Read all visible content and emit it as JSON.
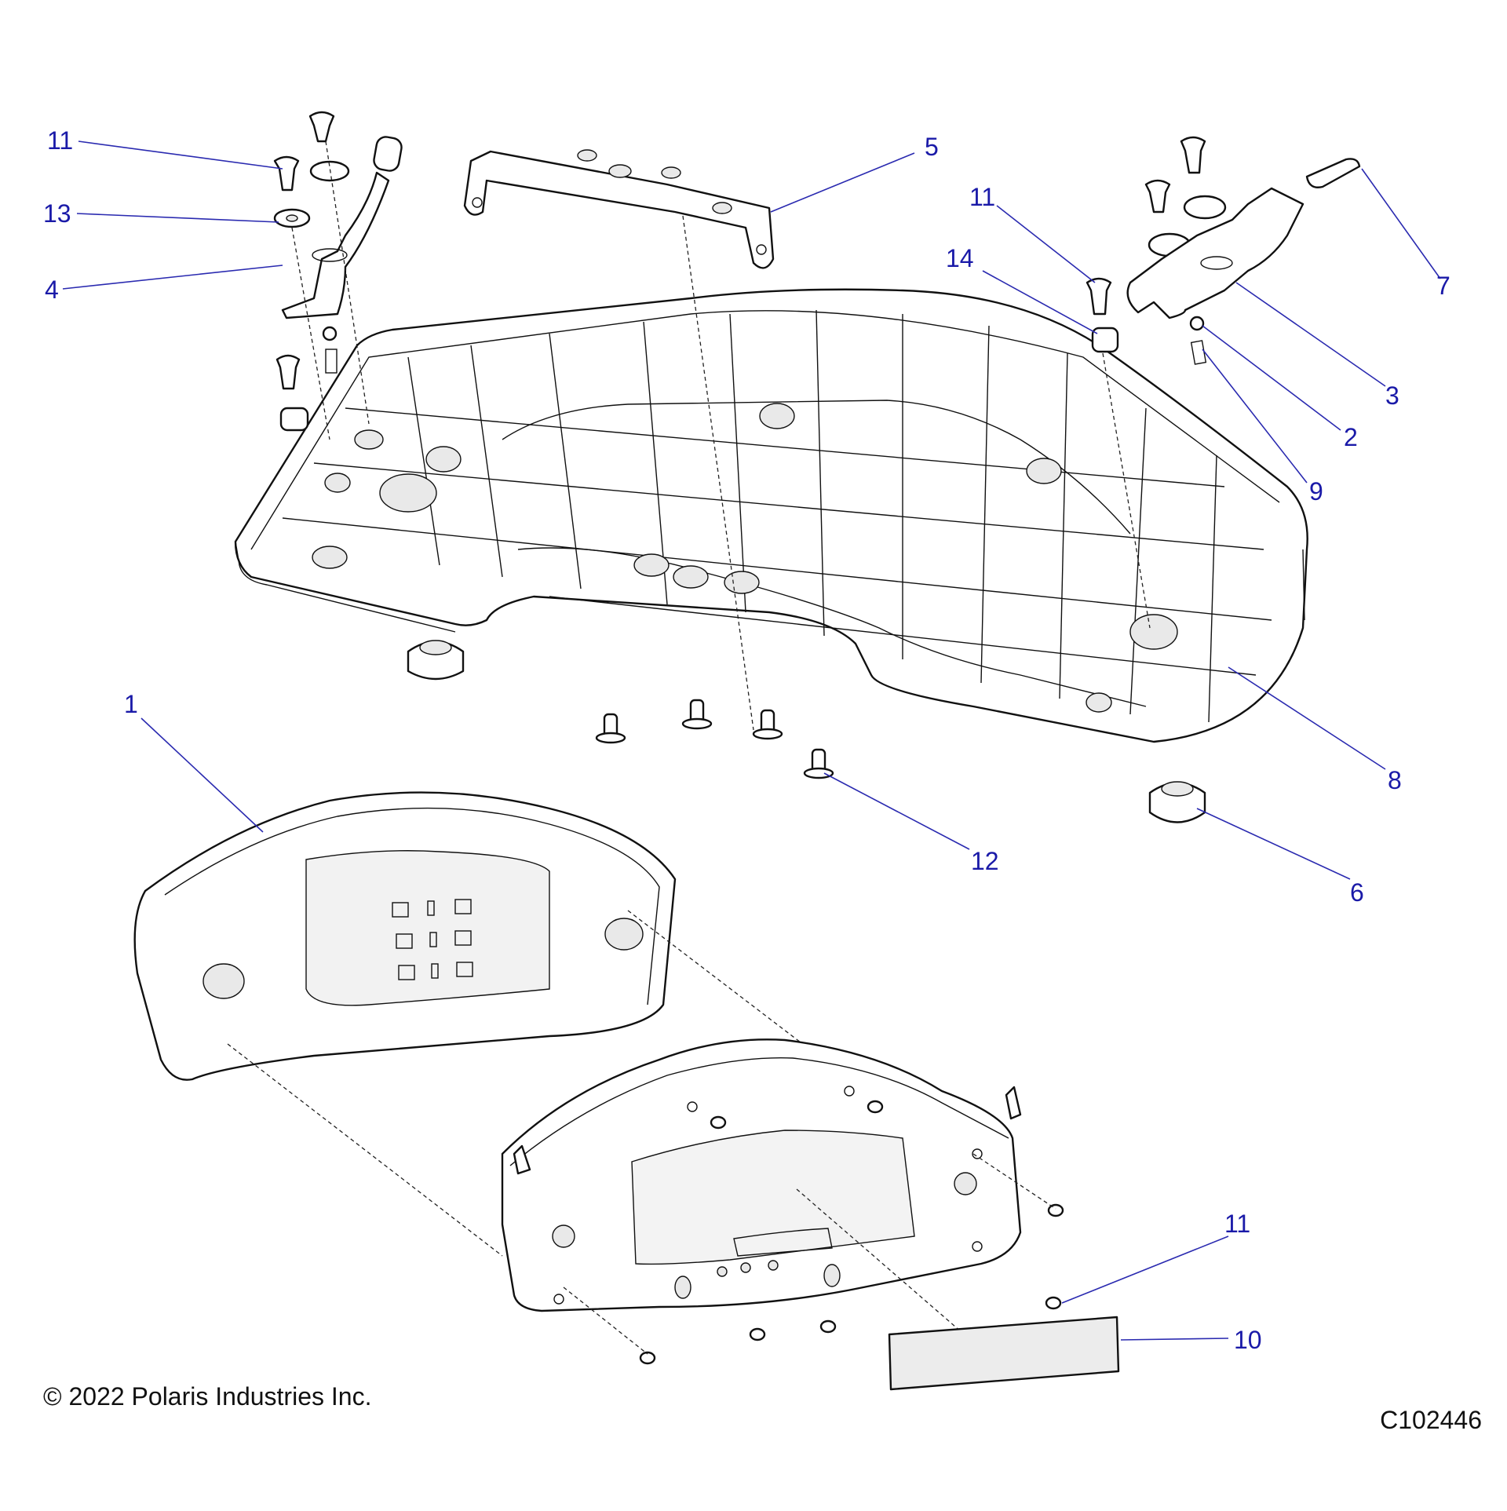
{
  "callouts": [
    {
      "id": "c11a",
      "label": "11"
    },
    {
      "id": "c13",
      "label": "13"
    },
    {
      "id": "c4",
      "label": "4"
    },
    {
      "id": "c5",
      "label": "5"
    },
    {
      "id": "c11b",
      "label": "11"
    },
    {
      "id": "c14",
      "label": "14"
    },
    {
      "id": "c7",
      "label": "7"
    },
    {
      "id": "c3",
      "label": "3"
    },
    {
      "id": "c2",
      "label": "2"
    },
    {
      "id": "c9",
      "label": "9"
    },
    {
      "id": "c8",
      "label": "8"
    },
    {
      "id": "c1",
      "label": "1"
    },
    {
      "id": "c12",
      "label": "12"
    },
    {
      "id": "c6",
      "label": "6"
    },
    {
      "id": "c11c",
      "label": "11"
    },
    {
      "id": "c10",
      "label": "10"
    }
  ],
  "footer": {
    "copyright": "© 2022 Polaris Industries Inc.",
    "drawing_id": "C102446"
  },
  "colors": {
    "callout": "#1a1aa8",
    "leader": "#2a2ab0",
    "outline": "#111111"
  }
}
